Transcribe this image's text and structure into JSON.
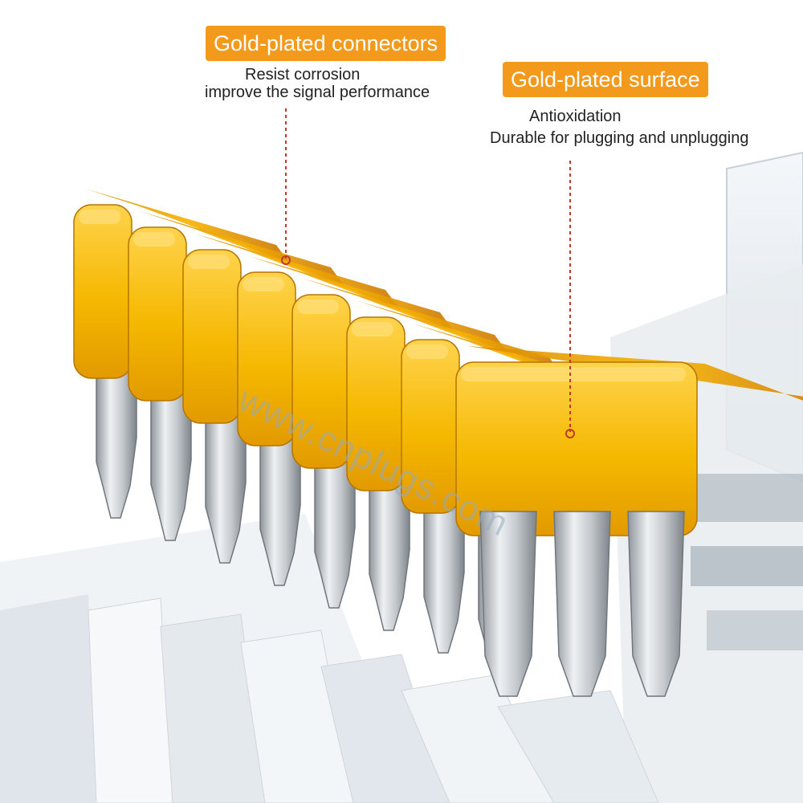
{
  "callouts": [
    {
      "title": "Gold-plated connectors",
      "line1": "Resist corrosion",
      "line2": "improve the signal performance"
    },
    {
      "title": "Gold-plated surface",
      "line1": "Antioxidation",
      "line2": "Durable for plugging and unplugging"
    }
  ],
  "watermark": "www.cnplugs.com",
  "colors": {
    "label_bg": "#f39a1c",
    "label_text": "#ffffff",
    "gold": "#f5b800",
    "gold_dark": "#c97f00",
    "silver": "#b9bfc4",
    "leader_line": "#c0392b"
  },
  "connector": {
    "pin_count": 8
  }
}
